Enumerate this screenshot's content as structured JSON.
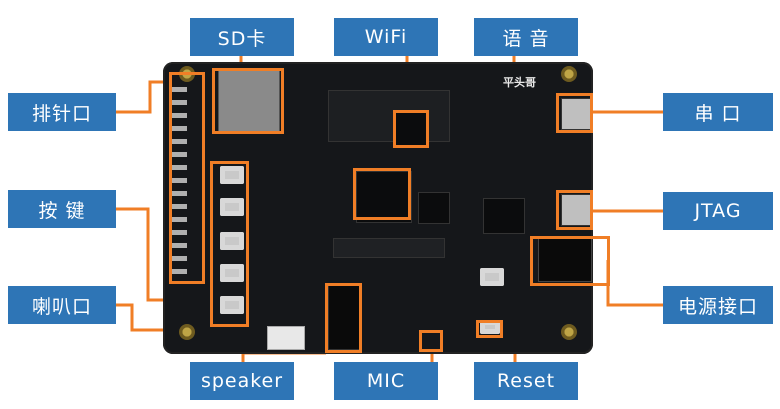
{
  "labels": {
    "sd": "SD卡",
    "wifi": "WiFi",
    "voice": "语 音",
    "header": "排针口",
    "keys": "按 键",
    "speaker_port": "喇叭口",
    "serial": "串 口",
    "jtag": "JTAG",
    "power": "电源接口",
    "speaker": "speaker",
    "mic": "MIC",
    "reset": "Reset"
  },
  "board": {
    "brand": "平头哥"
  },
  "colors": {
    "label_bg": "#2e75b6",
    "highlight": "#f07e26",
    "board": "#15171a"
  }
}
